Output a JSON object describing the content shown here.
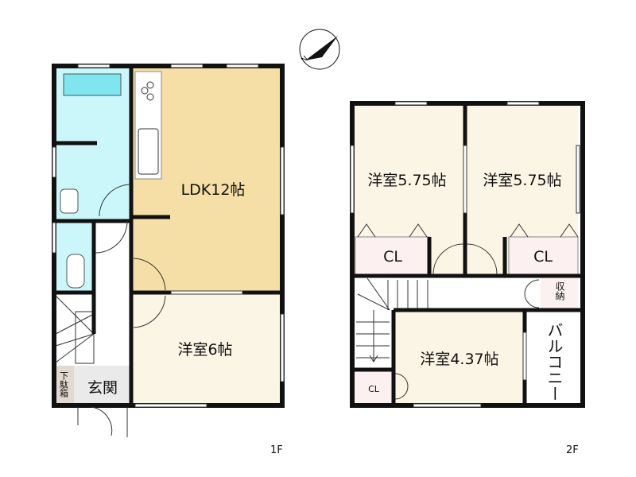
{
  "floors": [
    {
      "label": "1F",
      "rooms": {
        "ldk": "LDK12帖",
        "bedroom": "洋室6帖",
        "entrance": "玄関",
        "shoe_cabinet": "下駄箱"
      }
    },
    {
      "label": "2F",
      "rooms": {
        "bedroom_left": "洋室5.75帖",
        "bedroom_right": "洋室5.75帖",
        "closet_left": "CL",
        "closet_right": "CL",
        "storage": "収納",
        "bedroom_small": "洋室4.37帖",
        "closet_small": "CL",
        "balcony": "バルコニー"
      }
    }
  ],
  "colors": {
    "ldk": "#f5dfa6",
    "bedroom": "#fbf5e6",
    "wet_area": "#ccf7fa",
    "closet": "#fdf0f0",
    "entrance": "#eaeaea",
    "shoe_cabinet": "#e2d9d0"
  },
  "compass": {
    "direction": "N"
  }
}
